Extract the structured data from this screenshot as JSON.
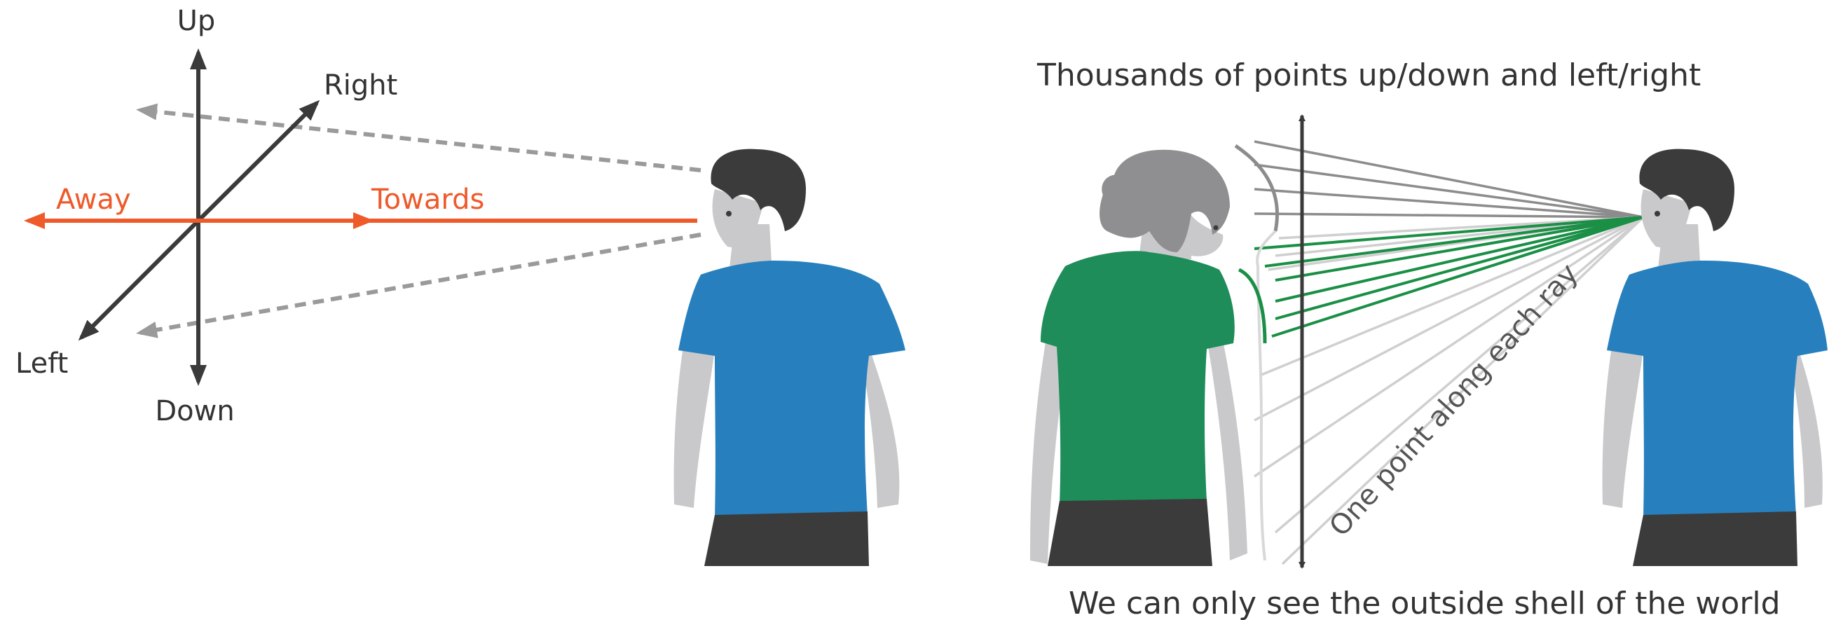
{
  "left_panel": {
    "axes": {
      "up": "Up",
      "down": "Down",
      "left": "Left",
      "right": "Right",
      "away": "Away",
      "towards": "Towards"
    }
  },
  "right_panel": {
    "top_caption": "Thousands of points up/down and left/right",
    "ray_caption": "One point along each ray",
    "bottom_caption": "We can only see the outside shell of the world"
  },
  "colors": {
    "axis": "#3a3a3a",
    "depth_axis": "#ee5a2a",
    "dashed": "#9a9a9a",
    "gray_ray": "#8c8c8c",
    "light_ray": "#cfcfcf",
    "green_ray": "#1a8f45",
    "shirt_blue": "#2780bd",
    "shirt_green": "#1e8d59",
    "skin": "#c9c9cb",
    "hair": "#3b3b3b",
    "pants": "#3b3b3b"
  }
}
